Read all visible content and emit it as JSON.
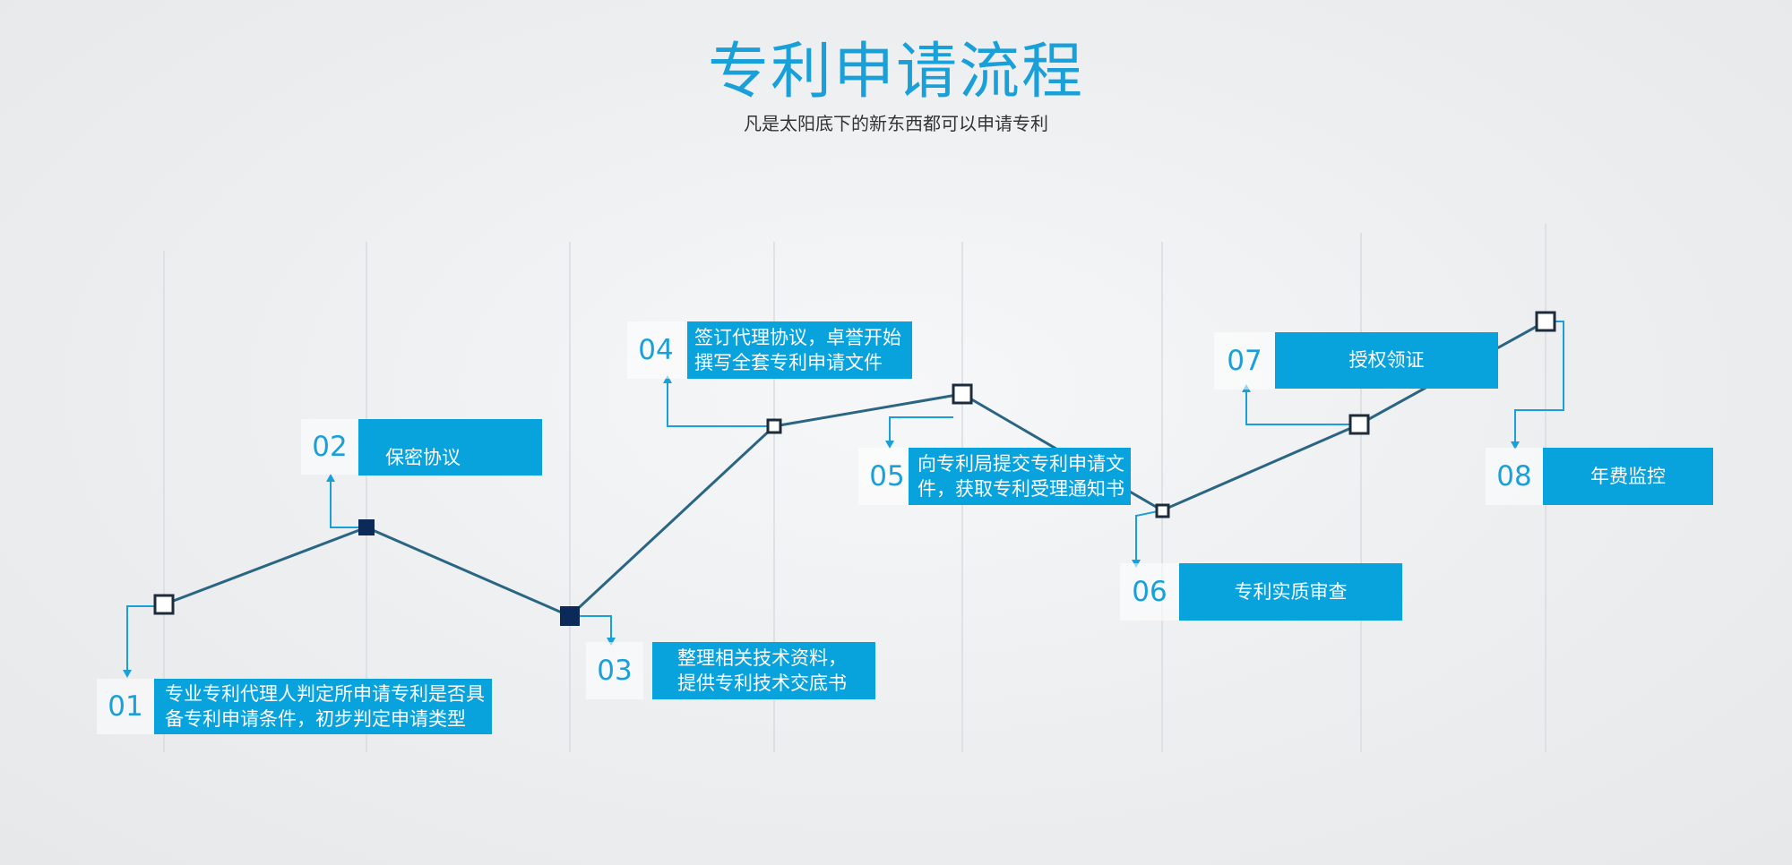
{
  "header": {
    "title": "专利申请流程",
    "subtitle": "凡是太阳底下的新东西都可以申请专利"
  },
  "steps": [
    {
      "num": "01",
      "text": "专业专利代理人判定所申请专利是否具\n备专利申请条件，初步判定申请类型"
    },
    {
      "num": "02",
      "text": "保密协议"
    },
    {
      "num": "03",
      "text": "整理相关技术资料，\n提供专利技术交底书"
    },
    {
      "num": "04",
      "text": "签订代理协议，卓誉开始\n撰写全套专利申请文件"
    },
    {
      "num": "05",
      "text": "向专利局提交专利申请文\n件，获取专利受理通知书"
    },
    {
      "num": "06",
      "text": "专利实质审查"
    },
    {
      "num": "07",
      "text": "授权领证"
    },
    {
      "num": "08",
      "text": "年费监控"
    }
  ],
  "colors": {
    "accent": "#08a2dc",
    "title": "#1aa0d8",
    "line": "#2a6683",
    "node_dark": "#0b2a5a"
  }
}
